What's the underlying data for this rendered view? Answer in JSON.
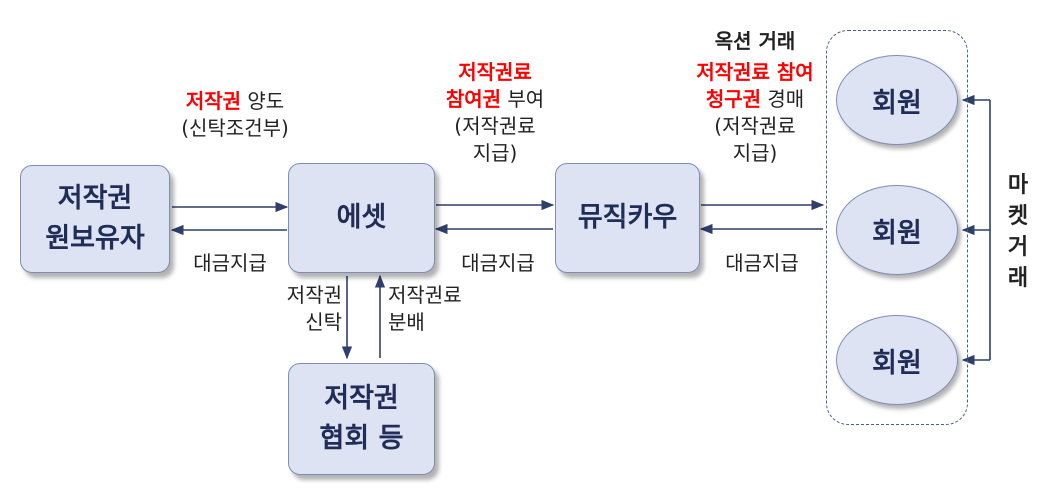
{
  "nodes": {
    "rights_holder": [
      "저작권",
      "원보유자"
    ],
    "asset": "에셋",
    "musicow": "뮤직카우",
    "association": [
      "저작권",
      "협회 등"
    ],
    "member": "회원"
  },
  "labels": {
    "transfer": {
      "red": "저작권",
      "rest": " 양도",
      "line2": "(신탁조건부)"
    },
    "payment": "대금지급",
    "grant": {
      "red1": "저작권료",
      "red2": "참여권",
      "rest2": " 부여",
      "line3": "(저작권료",
      "line4": "지급)"
    },
    "auction_title": "옥션 거래",
    "auction": {
      "red1": "저작권료 참여",
      "red2": "청구권",
      "rest2": " 경매",
      "line3": "(저작권료",
      "line4": "지급)"
    },
    "trust": [
      "저작권",
      "신탁"
    ],
    "distribution": [
      "저작권료",
      "분배"
    ],
    "market": [
      "마",
      "켓",
      "거",
      "래"
    ]
  },
  "colors": {
    "box_fill": "#dde3f3",
    "box_border": "#7f8db5",
    "arrow": "#2f3f6b",
    "highlight": "#ff0000",
    "group_border": "#45608f"
  }
}
